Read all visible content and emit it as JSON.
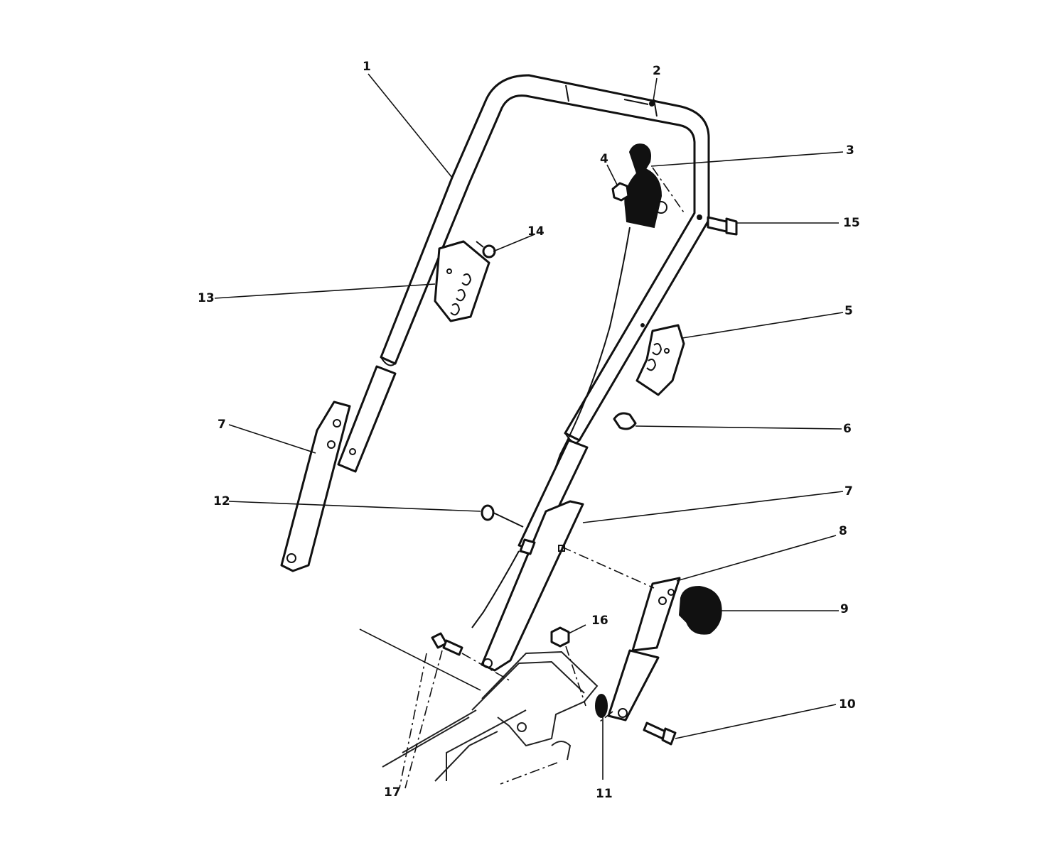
{
  "callouts": [
    {
      "id": "c1",
      "label": "1"
    },
    {
      "id": "c2",
      "label": "2"
    },
    {
      "id": "c3",
      "label": "3"
    },
    {
      "id": "c4",
      "label": "4"
    },
    {
      "id": "c5",
      "label": "5"
    },
    {
      "id": "c6",
      "label": "6"
    },
    {
      "id": "c7a",
      "label": "7"
    },
    {
      "id": "c7b",
      "label": "7"
    },
    {
      "id": "c8",
      "label": "8"
    },
    {
      "id": "c9",
      "label": "9"
    },
    {
      "id": "c10",
      "label": "10"
    },
    {
      "id": "c11",
      "label": "11"
    },
    {
      "id": "c12",
      "label": "12"
    },
    {
      "id": "c13",
      "label": "13"
    },
    {
      "id": "c14",
      "label": "14"
    },
    {
      "id": "c15",
      "label": "15"
    },
    {
      "id": "c16",
      "label": "16"
    },
    {
      "id": "c17",
      "label": "17"
    }
  ]
}
